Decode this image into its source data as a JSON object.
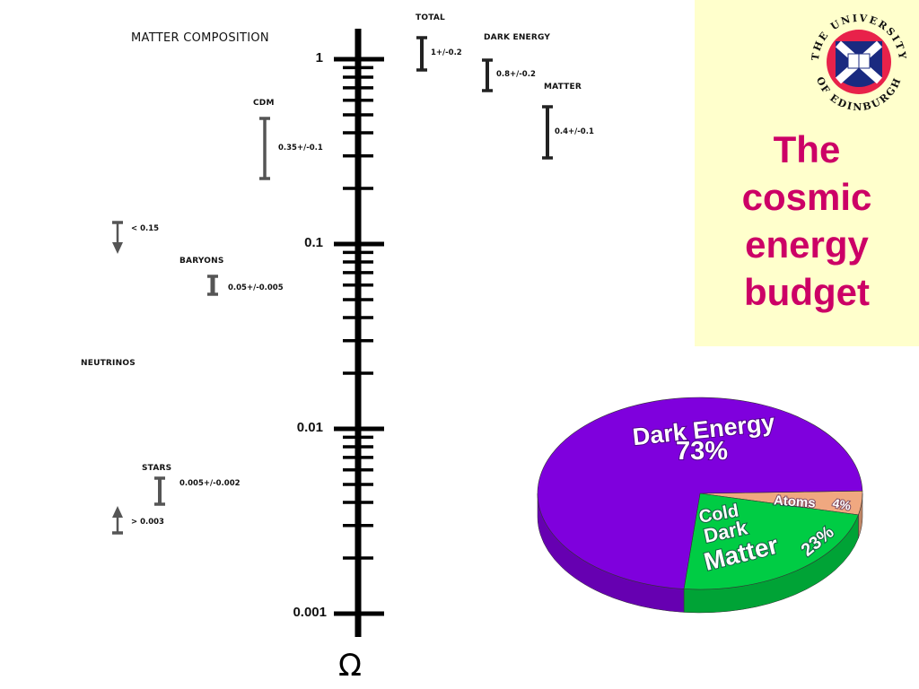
{
  "chart_data": [
    {
      "type": "scatter",
      "title": "MATTER COMPOSITION",
      "ylabel": "Ω",
      "yscale": "log",
      "ylim": [
        0.001,
        1
      ],
      "ytick_labels": [
        "1",
        "0.1",
        "0.01",
        "0.001"
      ],
      "yticks": [
        1,
        0.1,
        0.01,
        0.001
      ],
      "minor_ticks": "2-9 per decade",
      "points": [
        {
          "name": "TOTAL",
          "value": 1,
          "error": 0.2,
          "label": "1+/-0.2",
          "kind": "errorbar"
        },
        {
          "name": "DARK ENERGY",
          "value": 0.8,
          "error": 0.2,
          "label": "0.8+/-0.2",
          "kind": "errorbar"
        },
        {
          "name": "MATTER",
          "value": 0.4,
          "error": 0.1,
          "label": "0.4+/-0.1",
          "kind": "errorbar"
        },
        {
          "name": "CDM",
          "value": 0.35,
          "error": 0.1,
          "label": "0.35+/-0.1",
          "kind": "errorbar"
        },
        {
          "name": "",
          "value": 0.15,
          "label": "< 0.15",
          "kind": "upper-limit"
        },
        {
          "name": "BARYONS",
          "value": 0.05,
          "error": 0.005,
          "label": "0.05+/-0.005",
          "kind": "errorbar"
        },
        {
          "name": "NEUTRINOS",
          "kind": "label-only"
        },
        {
          "name": "STARS",
          "value": 0.005,
          "error": 0.002,
          "label": "0.005+/-0.002",
          "kind": "errorbar"
        },
        {
          "name": "",
          "value": 0.003,
          "label": "> 0.003",
          "kind": "lower-limit"
        }
      ]
    },
    {
      "type": "pie",
      "slices": [
        {
          "label": "Dark Energy",
          "value": 73,
          "value_label": "73%",
          "color": "#7f00dd"
        },
        {
          "label": "Cold Dark Matter",
          "label_lines": [
            "Cold",
            "Dark",
            "Matter"
          ],
          "value": 23,
          "value_label": "23%",
          "color": "#00cc44"
        },
        {
          "label": "Atoms",
          "value": 4,
          "value_label": "4%",
          "color": "#f0a880"
        }
      ]
    }
  ],
  "side_panel": {
    "title_lines": [
      "The",
      "cosmic",
      "energy",
      "budget"
    ],
    "title_color": "#cc0066",
    "background": "#ffffcc",
    "logo_text_top": "THE UNIVERSITY",
    "logo_text_bottom": "OF EDINBURGH"
  }
}
